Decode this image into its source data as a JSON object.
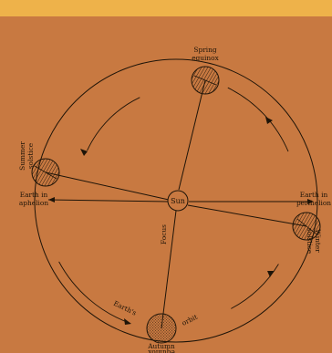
{
  "colors": {
    "background": "#c87941",
    "top_band": "#eeb24a",
    "ink": "#1e1408"
  },
  "labels": {
    "sun": "Sun",
    "focus": "Focus",
    "spring_line1": "Spring",
    "spring_line2": "equinox",
    "summer_line1": "Summer",
    "summer_line2": "solstice",
    "aphelion_line1": "Earth in",
    "aphelion_line2": "aphelion",
    "perihelion_line1": "Earth in",
    "perihelion_line2": "perihelion",
    "winter_line1": "Winter",
    "winter_line2": "solstice",
    "autumn_line1": "Autumn",
    "autumn_line2": "equinox",
    "earths": "Earth's",
    "orbit": "orbit"
  }
}
